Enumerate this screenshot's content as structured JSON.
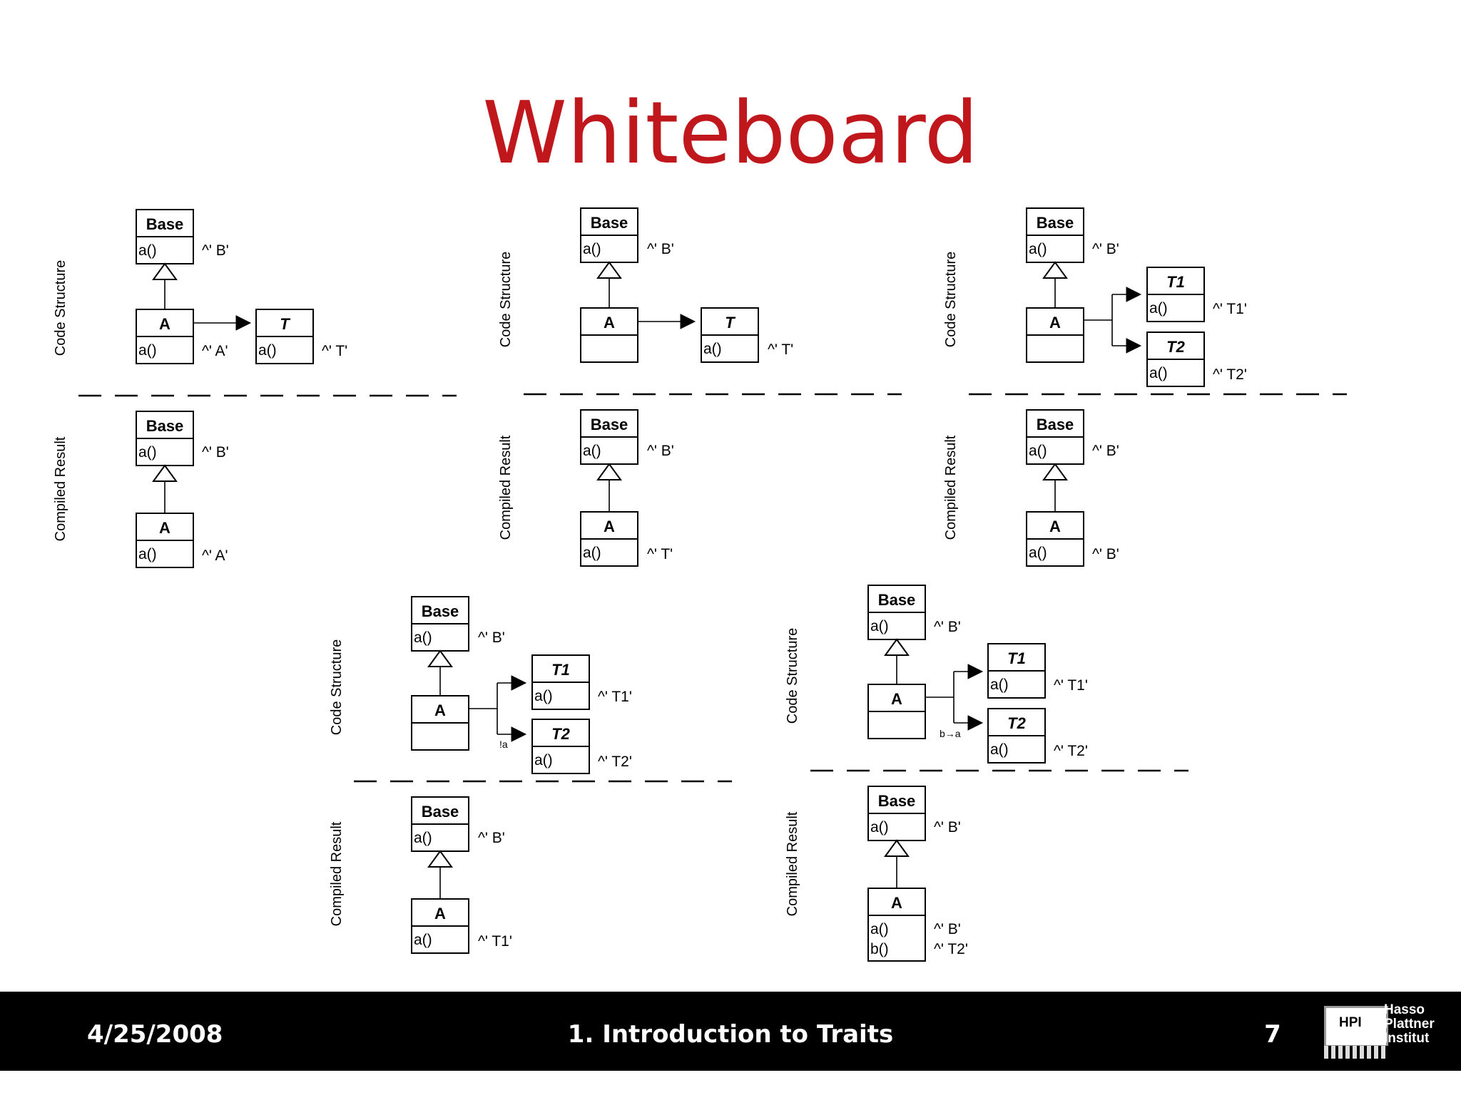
{
  "title": "Whiteboard",
  "labels": {
    "code_structure": "Code Structure",
    "compiled_result": "Compiled Result"
  },
  "panels": [
    {
      "code_structure": {
        "classes": [
          {
            "name": "Base",
            "methods": [
              "a()"
            ],
            "annotations": [
              "^' B'"
            ]
          },
          {
            "name": "A",
            "methods": [
              "a()"
            ],
            "annotations": [
              "^' A'"
            ]
          }
        ],
        "traits": [
          {
            "name": "T",
            "methods": [
              "a()"
            ],
            "annotations": [
              "^' T'"
            ]
          }
        ]
      },
      "compiled_result": {
        "classes": [
          {
            "name": "Base",
            "methods": [
              "a()"
            ],
            "annotations": [
              "^' B'"
            ]
          },
          {
            "name": "A",
            "methods": [
              "a()"
            ],
            "annotations": [
              "^' A'"
            ]
          }
        ]
      }
    },
    {
      "code_structure": {
        "classes": [
          {
            "name": "Base",
            "methods": [
              "a()"
            ],
            "annotations": [
              "^' B'"
            ]
          },
          {
            "name": "A",
            "methods": [],
            "annotations": []
          }
        ],
        "traits": [
          {
            "name": "T",
            "methods": [
              "a()"
            ],
            "annotations": [
              "^' T'"
            ]
          }
        ]
      },
      "compiled_result": {
        "classes": [
          {
            "name": "Base",
            "methods": [
              "a()"
            ],
            "annotations": [
              "^' B'"
            ]
          },
          {
            "name": "A",
            "methods": [
              "a()"
            ],
            "annotations": [
              "^' T'"
            ]
          }
        ]
      }
    },
    {
      "code_structure": {
        "classes": [
          {
            "name": "Base",
            "methods": [
              "a()"
            ],
            "annotations": [
              "^' B'"
            ]
          },
          {
            "name": "A",
            "methods": [],
            "annotations": []
          }
        ],
        "traits": [
          {
            "name": "T1",
            "methods": [
              "a()"
            ],
            "annotations": [
              "^' T1'"
            ]
          },
          {
            "name": "T2",
            "methods": [
              "a()"
            ],
            "annotations": [
              "^' T2'"
            ]
          }
        ]
      },
      "compiled_result": {
        "classes": [
          {
            "name": "Base",
            "methods": [
              "a()"
            ],
            "annotations": [
              "^' B'"
            ]
          },
          {
            "name": "A",
            "methods": [
              "a()"
            ],
            "annotations": [
              "^' B'"
            ]
          }
        ]
      }
    },
    {
      "code_structure": {
        "classes": [
          {
            "name": "Base",
            "methods": [
              "a()"
            ],
            "annotations": [
              "^' B'"
            ]
          },
          {
            "name": "A",
            "methods": [],
            "annotations": []
          }
        ],
        "traits": [
          {
            "name": "T1",
            "methods": [
              "a()"
            ],
            "annotations": [
              "^' T1'"
            ]
          },
          {
            "name": "T2",
            "methods": [
              "a()"
            ],
            "annotations": [
              "^' T2'"
            ]
          }
        ],
        "edge_label": "!a"
      },
      "compiled_result": {
        "classes": [
          {
            "name": "Base",
            "methods": [
              "a()"
            ],
            "annotations": [
              "^' B'"
            ]
          },
          {
            "name": "A",
            "methods": [
              "a()"
            ],
            "annotations": [
              "^' T1'"
            ]
          }
        ]
      }
    },
    {
      "code_structure": {
        "classes": [
          {
            "name": "Base",
            "methods": [
              "a()"
            ],
            "annotations": [
              "^' B'"
            ]
          },
          {
            "name": "A",
            "methods": [],
            "annotations": []
          }
        ],
        "traits": [
          {
            "name": "T1",
            "methods": [
              "a()"
            ],
            "annotations": [
              "^' T1'"
            ]
          },
          {
            "name": "T2",
            "methods": [
              "a()"
            ],
            "annotations": [
              "^' T2'"
            ]
          }
        ],
        "edge_label": "b→a"
      },
      "compiled_result": {
        "classes": [
          {
            "name": "Base",
            "methods": [
              "a()"
            ],
            "annotations": [
              "^' B'"
            ]
          },
          {
            "name": "A",
            "methods": [
              "a()",
              "b()"
            ],
            "annotations": [
              "^' B'",
              "^' T2'"
            ]
          }
        ]
      }
    }
  ],
  "footer": {
    "date": "4/25/2008",
    "topic": "1. Introduction to Traits",
    "page": "7",
    "logo_abbr": "HPI",
    "logo_lines": [
      "Hasso",
      "Plattner",
      "Institut"
    ]
  },
  "colors": {
    "title": "#c0171d",
    "footer_bg": "#000000",
    "footer_text": "#ffffff"
  }
}
